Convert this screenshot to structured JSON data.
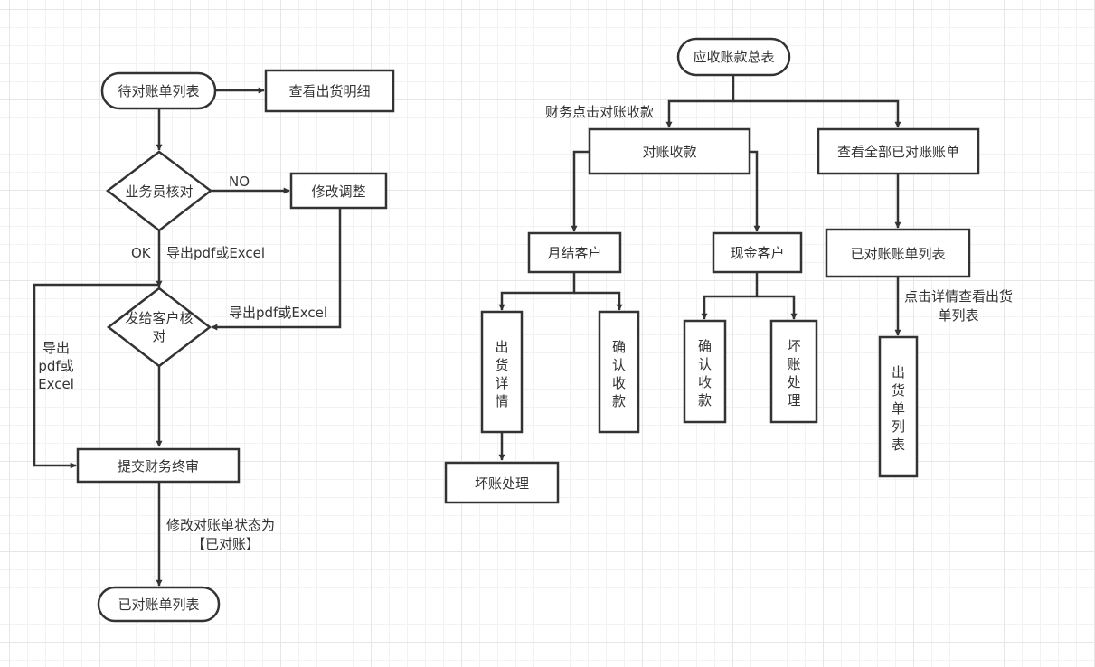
{
  "nodes": {
    "pending_list": "待对账单列表",
    "view_shipment_detail": "查看出货明细",
    "sales_check": "业务员核对",
    "modify_adjust": "修改调整",
    "send_customer": [
      "发给客户核",
      "对"
    ],
    "submit_finance": "提交财务终审",
    "reconciled_list_left": "已对账单列表",
    "ar_summary": "应收账款总表",
    "reconcile_collect": "对账收款",
    "view_all_reconciled": "查看全部已对账账单",
    "monthly_customer": "月结客户",
    "cash_customer": "现金客户",
    "reconciled_list_right": "已对账账单列表",
    "shipment_detail_v": [
      "出",
      "货",
      "详",
      "情"
    ],
    "confirm_collect_1": [
      "确",
      "认",
      "收",
      "款"
    ],
    "confirm_collect_2": [
      "确",
      "认",
      "收",
      "款"
    ],
    "bad_debt_v": [
      "坏",
      "账",
      "处",
      "理"
    ],
    "shipment_list_v": [
      "出",
      "货",
      "单",
      "列",
      "表"
    ],
    "bad_debt_h": "坏账处理"
  },
  "edge_labels": {
    "no": "NO",
    "ok": "OK",
    "export_1": "导出pdf或Excel",
    "export_2": "导出pdf或Excel",
    "export_3": [
      "导出",
      "pdf或",
      "Excel"
    ],
    "set_status": [
      "修改对账单状态为",
      "【已对账】"
    ],
    "finance_click": "财务点击对账收款",
    "click_detail": [
      "点击详情查看出货",
      "单列表"
    ]
  },
  "colors": {
    "stroke": "#333333",
    "fill": "#ffffff",
    "grid_major": "#e6e6e6",
    "grid_minor": "#f2f2f2"
  }
}
